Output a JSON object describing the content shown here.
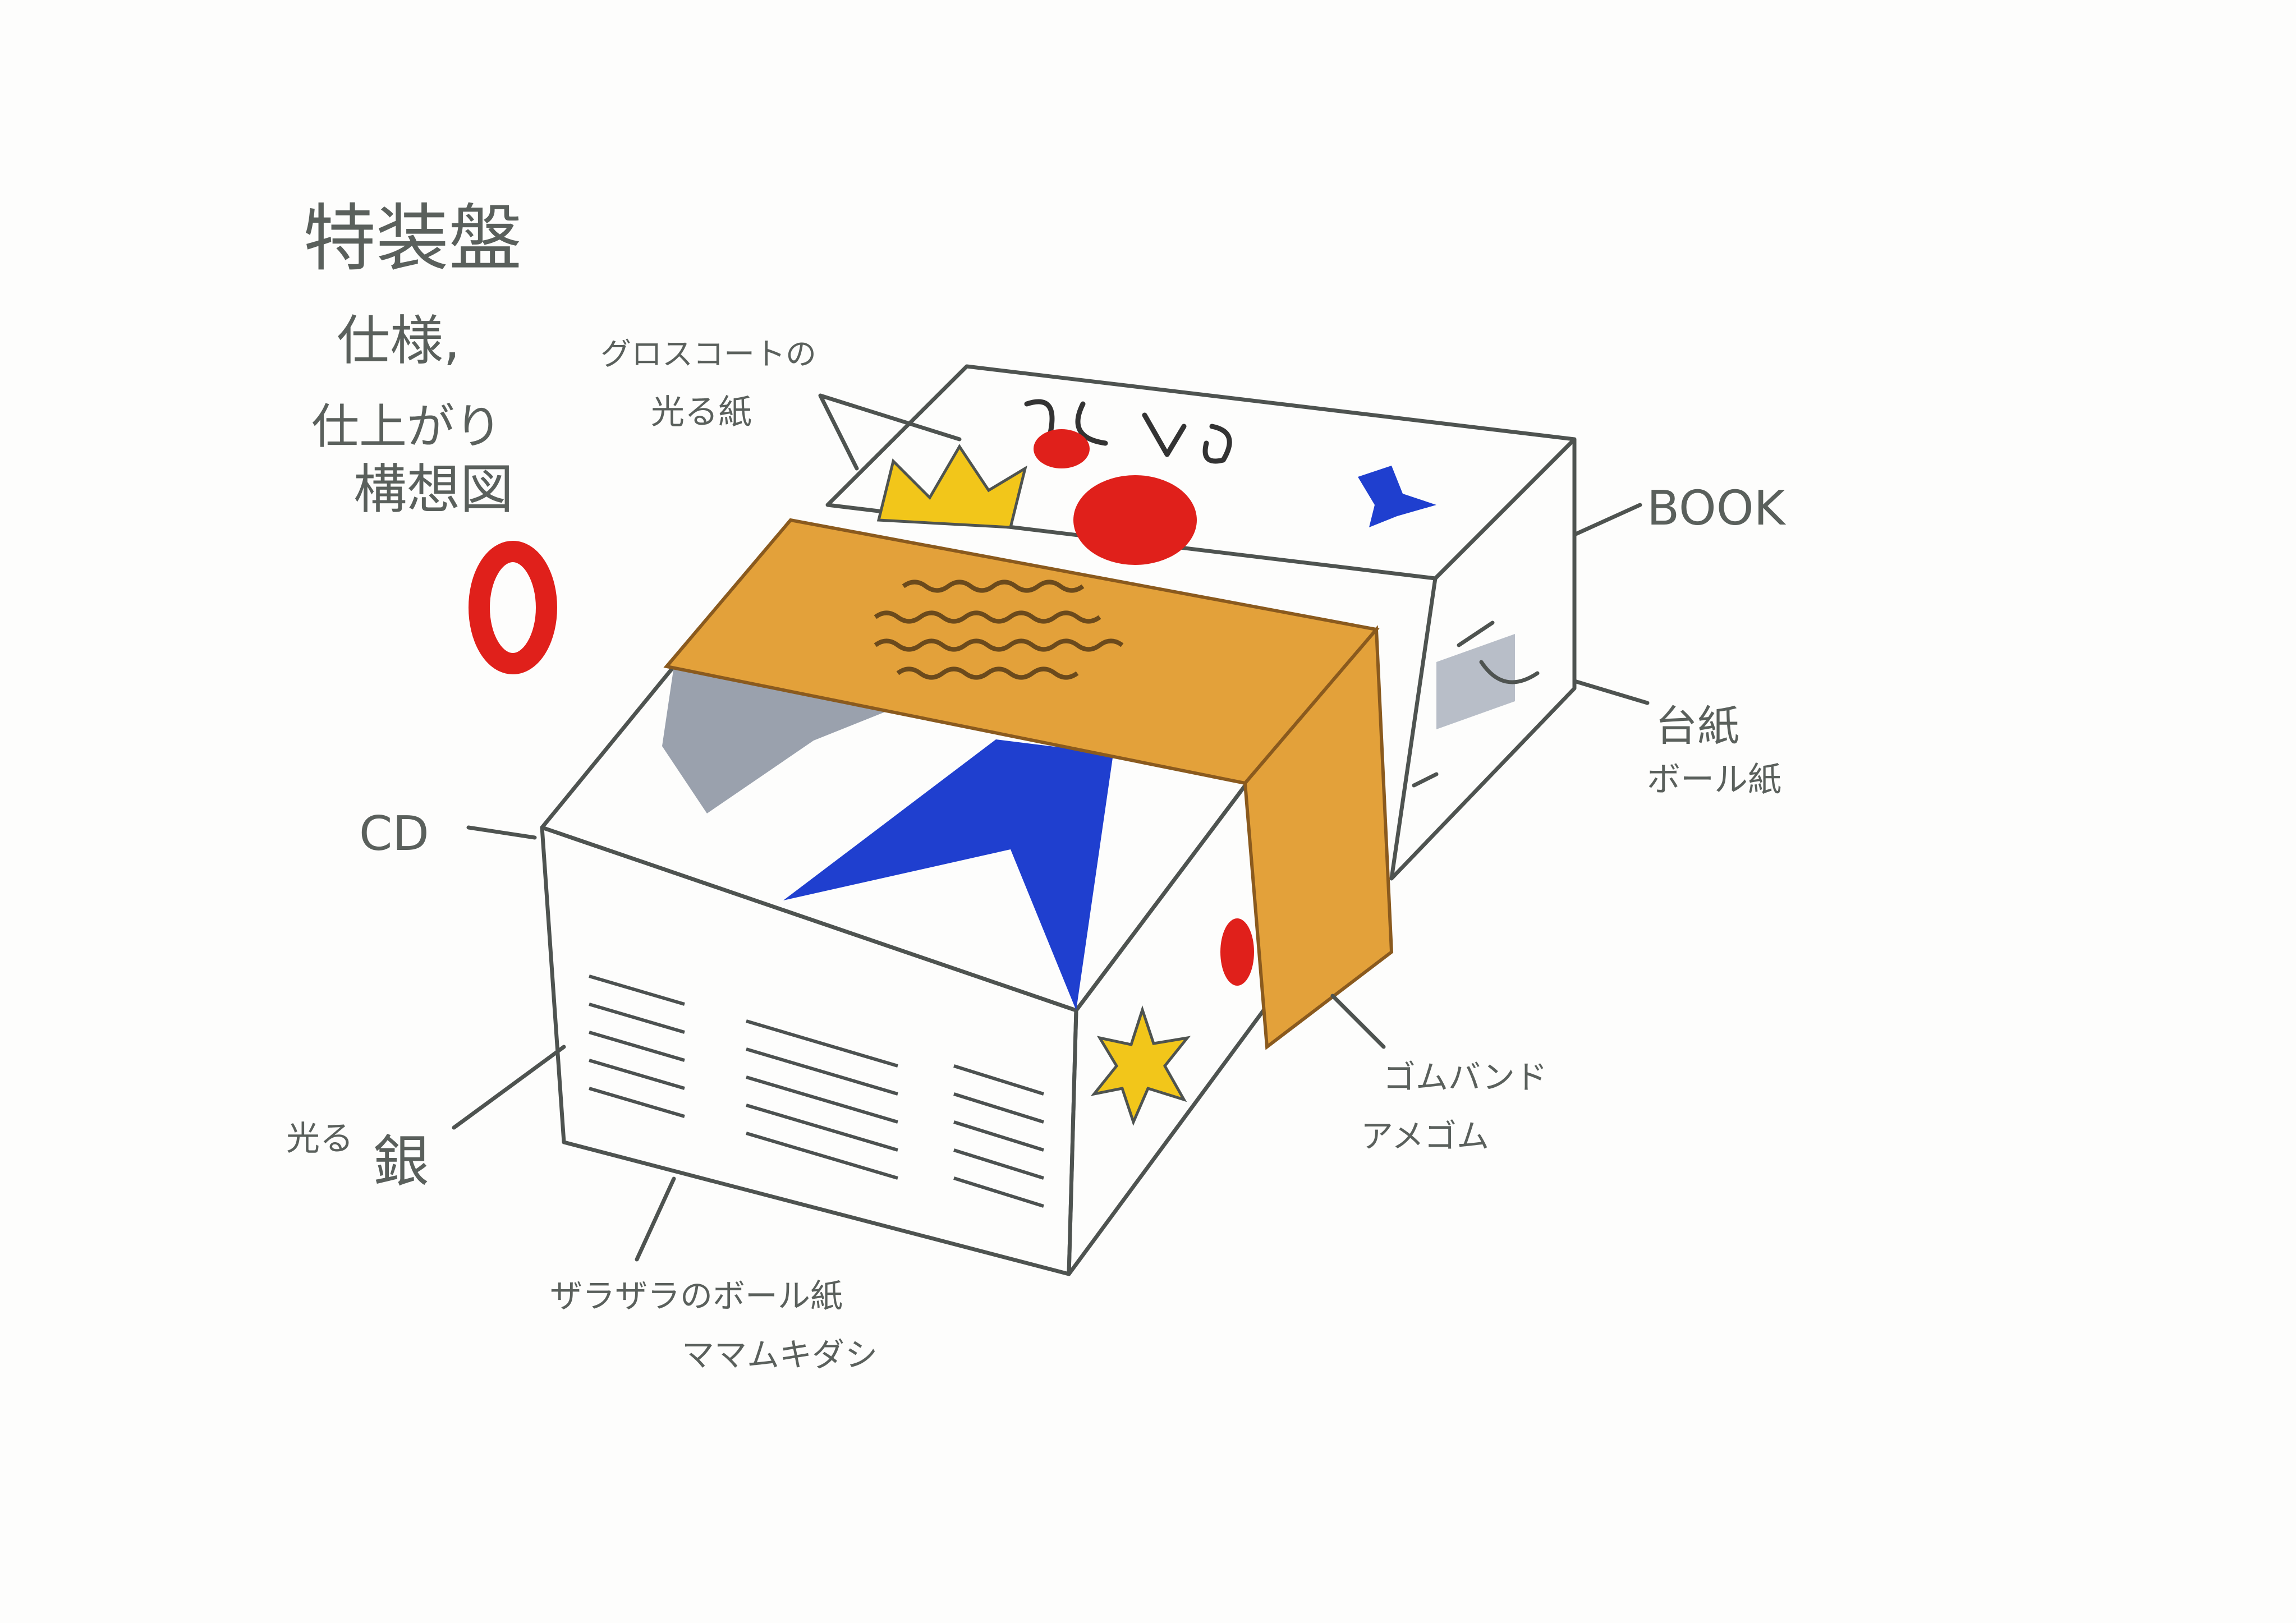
{
  "title": {
    "line1": "特装盤",
    "line2": "仕様,",
    "line3": "仕上がり",
    "line4": "構想図"
  },
  "labels": {
    "gloss_coat_1": "グロスコートの",
    "gloss_coat_2": "光る紙",
    "book": "BOOK",
    "mount_1": "台紙",
    "mount_2": "ボール紙",
    "cd": "CD",
    "silver_1": "光る",
    "silver_2": "銀",
    "rubber_1": "ゴムバンド",
    "rubber_2": "アメゴム",
    "board_1": "ザラザラのボール紙",
    "board_2": "ママムキダシ"
  },
  "colors": {
    "pencil": "#5a605c",
    "red": "#e0201b",
    "blue": "#1f3fcf",
    "yellow": "#f2c61a",
    "orange_band": "#e3a13a",
    "silver": "#c3c9d3",
    "paper": "#fdfdfc"
  }
}
